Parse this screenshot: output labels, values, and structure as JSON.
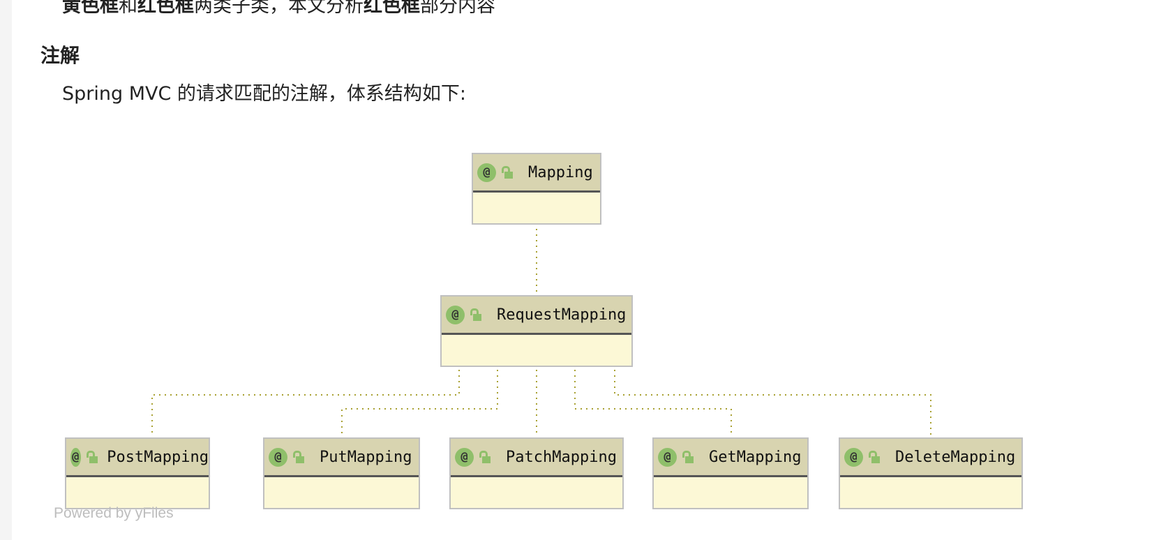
{
  "intro_line": {
    "part1": "黄色框",
    "part2": "和",
    "part3": "红色框",
    "part4": "两类子类，本文分析",
    "part5": "红色框",
    "part6": "部分内容"
  },
  "heading": "注解",
  "paragraph": "Spring MVC 的请求匹配的注解，体系结构如下:",
  "diagram": {
    "root": "Mapping",
    "middle": "RequestMapping",
    "children": [
      "PostMapping",
      "PutMapping",
      "PatchMapping",
      "GetMapping",
      "DeleteMapping"
    ],
    "annotation_symbol": "@",
    "icons": [
      "annotation-icon",
      "public-lock-icon"
    ],
    "colors": {
      "header": "#d8d4b0",
      "body": "#fcf8d6",
      "badge": "#8fbf6a",
      "edge": "#a8a030"
    }
  },
  "watermark": "Powered by yFiles"
}
